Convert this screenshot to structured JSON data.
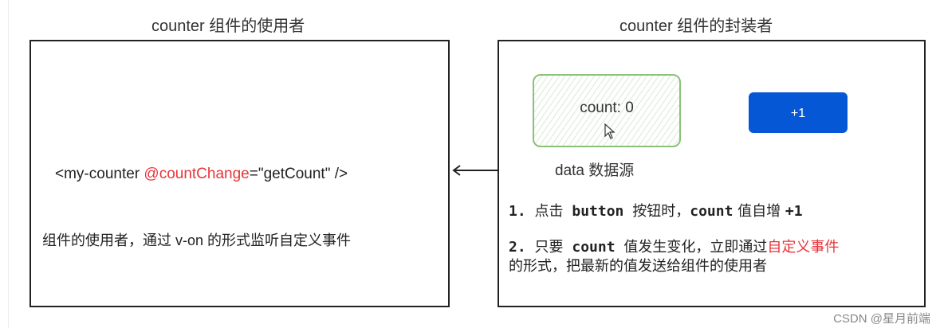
{
  "left_panel": {
    "title": "counter 组件的使用者",
    "code": {
      "prefix": "<my-counter ",
      "event": "@countChange",
      "suffix": "=\"getCount\" />"
    },
    "description": "组件的使用者，通过 v-on 的形式监听自定义事件"
  },
  "right_panel": {
    "title": "counter 组件的封装者",
    "data_box": {
      "text": "count: 0",
      "label": "data 数据源"
    },
    "button": {
      "label": "+1",
      "color": "#0557d6"
    },
    "steps": [
      {
        "num": "1.",
        "parts": [
          "点击",
          " button ",
          "按钮时，",
          "count",
          " 值自增 ",
          "+1"
        ]
      },
      {
        "num": "2.",
        "line1_a": "只要",
        "line1_code": " count ",
        "line1_b": "值发生变化，立即通过",
        "highlight": "自定义事件",
        "line2": "的形式，把最新的值发送给组件的使用者"
      }
    ]
  },
  "arrow": {
    "direction": "right-to-left"
  },
  "colors": {
    "highlight": "#e8343a",
    "data_border": "#8cc07a"
  },
  "watermark": "CSDN @星月前端"
}
